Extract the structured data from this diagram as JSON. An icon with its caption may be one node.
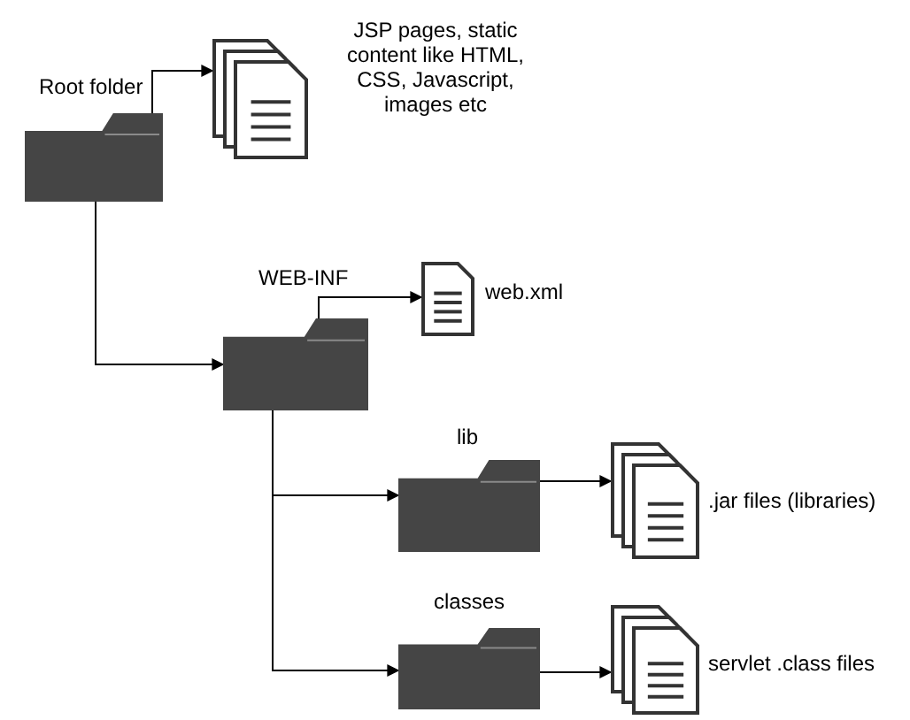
{
  "diagram": {
    "nodes": [
      {
        "text": [
          "Root folder"
        ]
      },
      {
        "text": [],
        "shape": "document",
        "beside": [
          "JSP pages, static content like HTML, CSS, Javascript, images etc"
        ]
      },
      {
        "text": [
          "WEB-INF"
        ]
      },
      {
        "text": [],
        "shape": "document",
        "beside": [
          "web.xml"
        ]
      },
      {
        "text": [
          "lib"
        ]
      },
      {
        "text": [],
        "shape": "document",
        "beside": [
          ".jar files (libraries)"
        ]
      },
      {
        "text": [
          "classes"
        ]
      },
      {
        "text": [],
        "shape": "document",
        "beside": [
          "servlet .class files"
        ]
      }
    ],
    "edges": [
      {
        "from": 0,
        "to": 1,
        "arrow": "to"
      },
      {
        "from": 0,
        "to": 2,
        "arrow": "to"
      },
      {
        "from": 2,
        "to": 3,
        "arrow": "to"
      },
      {
        "from": 2,
        "to": 4,
        "arrow": "to"
      },
      {
        "from": 2,
        "to": 6,
        "arrow": "to"
      },
      {
        "from": 4,
        "to": 5,
        "arrow": "to"
      },
      {
        "from": 6,
        "to": 7,
        "arrow": "to"
      }
    ]
  }
}
